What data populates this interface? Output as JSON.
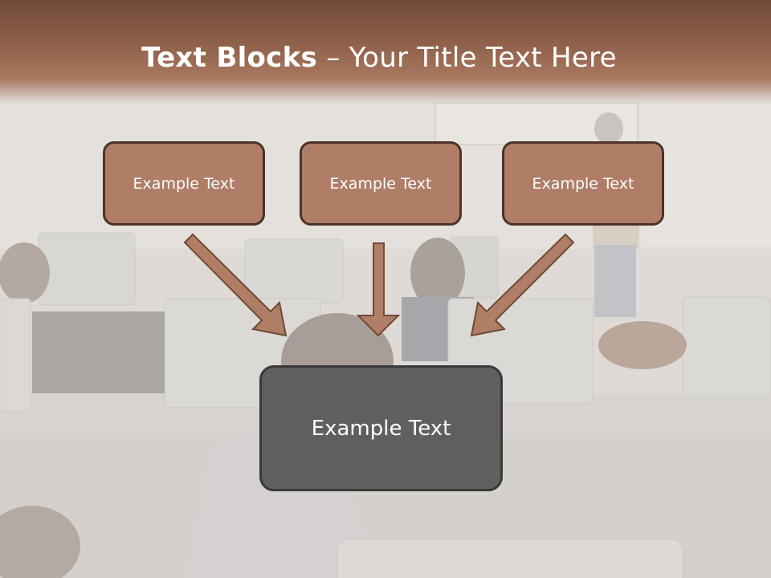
{
  "title": {
    "bold": "Text Blocks",
    "rest": " – Your Title Text Here"
  },
  "blocks": {
    "top_left": "Example Text",
    "top_center": "Example Text",
    "top_right": "Example Text",
    "main": "Example Text"
  },
  "colors": {
    "title_band": "#92634c",
    "box_fill": "#b07d67",
    "box_border": "#4b3328",
    "main_fill": "#5f5f5f",
    "arrow_fill": "#b07d67"
  }
}
